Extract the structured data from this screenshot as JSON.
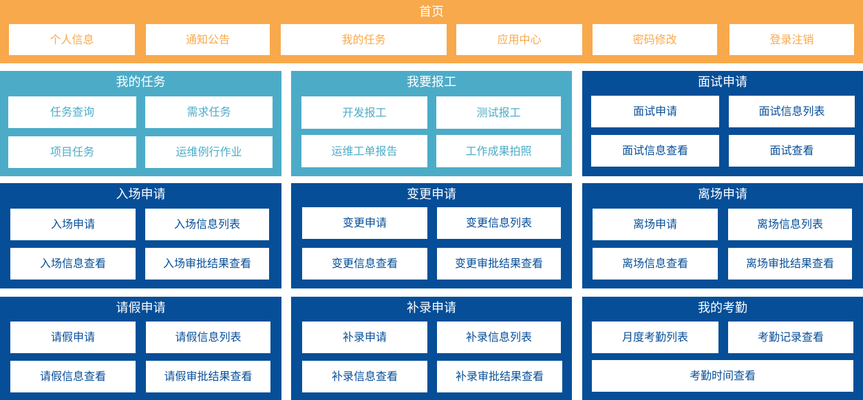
{
  "top": {
    "title": "首页",
    "buttons": [
      "个人信息",
      "通知公告",
      "我的任务",
      "应用中心",
      "密码修改",
      "登录注销"
    ]
  },
  "panels": [
    {
      "title": "我的任务",
      "buttons": [
        "任务查询",
        "需求任务",
        "项目任务",
        "运维例行作业"
      ]
    },
    {
      "title": "我要报工",
      "buttons": [
        "开发报工",
        "测试报工",
        "运维工单报告",
        "工作成果拍照"
      ]
    },
    {
      "title": "面试申请",
      "buttons": [
        "面试申请",
        "面试信息列表",
        "面试信息查看",
        "面试查看"
      ]
    },
    {
      "title": "入场申请",
      "buttons": [
        "入场申请",
        "入场信息列表",
        "入场信息查看",
        "入场审批结果查看"
      ]
    },
    {
      "title": "变更申请",
      "buttons": [
        "变更申请",
        "变更信息列表",
        "变更信息查看",
        "变更审批结果查看"
      ]
    },
    {
      "title": "离场申请",
      "buttons": [
        "离场申请",
        "离场信息列表",
        "离场信息查看",
        "离场审批结果查看"
      ]
    },
    {
      "title": "请假申请",
      "buttons": [
        "请假申请",
        "请假信息列表",
        "请假信息查看",
        "请假审批结果查看"
      ]
    },
    {
      "title": "补录申请",
      "buttons": [
        "补录申请",
        "补录信息列表",
        "补录信息查看",
        "补录审批结果查看"
      ]
    },
    {
      "title": "我的考勤",
      "buttons": [
        "月度考勤列表",
        "考勤记录查看",
        "考勤时间查看"
      ]
    }
  ],
  "colors": {
    "orange": "#f8a94c",
    "teal": "#4cacc8",
    "navy": "#064e98"
  }
}
